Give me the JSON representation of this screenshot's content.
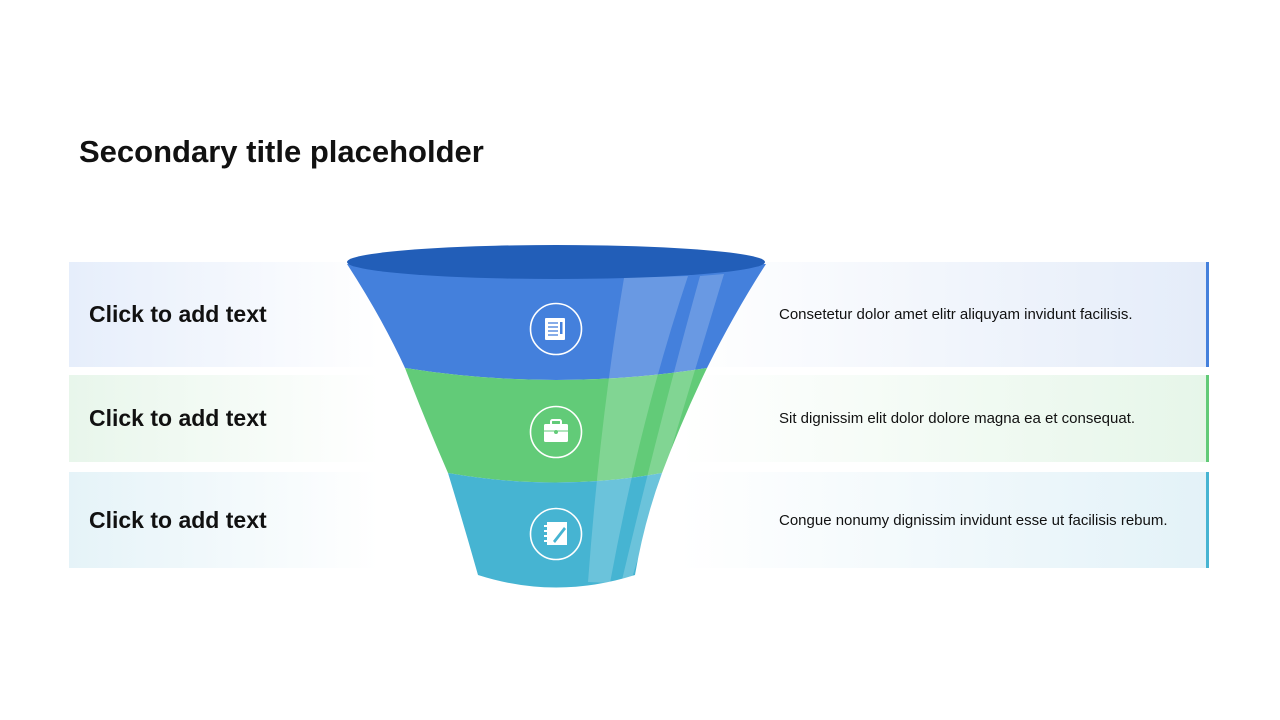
{
  "title": "Secondary title placeholder",
  "rows": [
    {
      "label": "Click to add text",
      "description": "Consetetur dolor amet elitr aliquyam invidunt facilisis.",
      "icon": "document-edit-icon",
      "color": "#4480dc"
    },
    {
      "label": "Click to add text",
      "description": "Sit dignissim elit dolor dolore magna ea et consequat.",
      "icon": "briefcase-icon",
      "color": "#62cb78"
    },
    {
      "label": "Click to add text",
      "description": "Congue nonumy dignissim invidunt esse ut facilisis rebum.",
      "icon": "notebook-edit-icon",
      "color": "#46b4d2"
    }
  ]
}
